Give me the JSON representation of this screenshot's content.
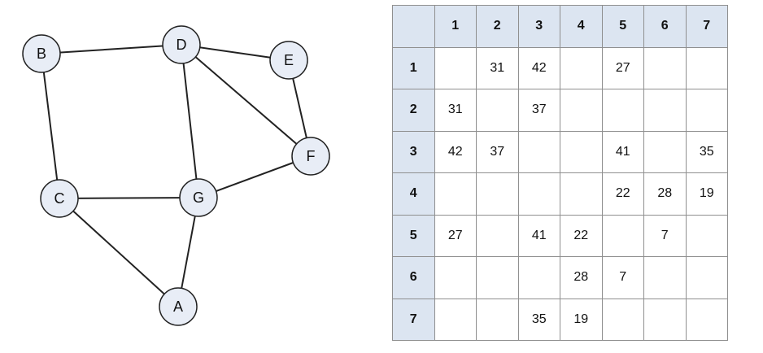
{
  "graph": {
    "nodes": [
      {
        "id": "B",
        "label": "B"
      },
      {
        "id": "D",
        "label": "D"
      },
      {
        "id": "E",
        "label": "E"
      },
      {
        "id": "F",
        "label": "F"
      },
      {
        "id": "C",
        "label": "C"
      },
      {
        "id": "G",
        "label": "G"
      },
      {
        "id": "A",
        "label": "A"
      }
    ],
    "edges": [
      [
        "B",
        "D"
      ],
      [
        "B",
        "C"
      ],
      [
        "D",
        "E"
      ],
      [
        "D",
        "F"
      ],
      [
        "D",
        "G"
      ],
      [
        "E",
        "F"
      ],
      [
        "C",
        "G"
      ],
      [
        "G",
        "F"
      ],
      [
        "C",
        "A"
      ],
      [
        "G",
        "A"
      ]
    ],
    "colors": {
      "node_fill": "#e8edf6",
      "stroke": "#222222"
    }
  },
  "matrix": {
    "column_headers": [
      "1",
      "2",
      "3",
      "4",
      "5",
      "6",
      "7"
    ],
    "row_headers": [
      "1",
      "2",
      "3",
      "4",
      "5",
      "6",
      "7"
    ],
    "rows": [
      [
        "",
        "31",
        "42",
        "",
        "27",
        "",
        ""
      ],
      [
        "31",
        "",
        "37",
        "",
        "",
        "",
        ""
      ],
      [
        "42",
        "37",
        "",
        "",
        "41",
        "",
        "35"
      ],
      [
        "",
        "",
        "",
        "",
        "22",
        "28",
        "19"
      ],
      [
        "27",
        "",
        "41",
        "22",
        "",
        "7",
        ""
      ],
      [
        "",
        "",
        "",
        "28",
        "7",
        "",
        ""
      ],
      [
        "",
        "",
        "35",
        "19",
        "",
        "",
        ""
      ]
    ],
    "colors": {
      "header_fill": "#dce5f1",
      "border": "#8f8f8f"
    }
  }
}
